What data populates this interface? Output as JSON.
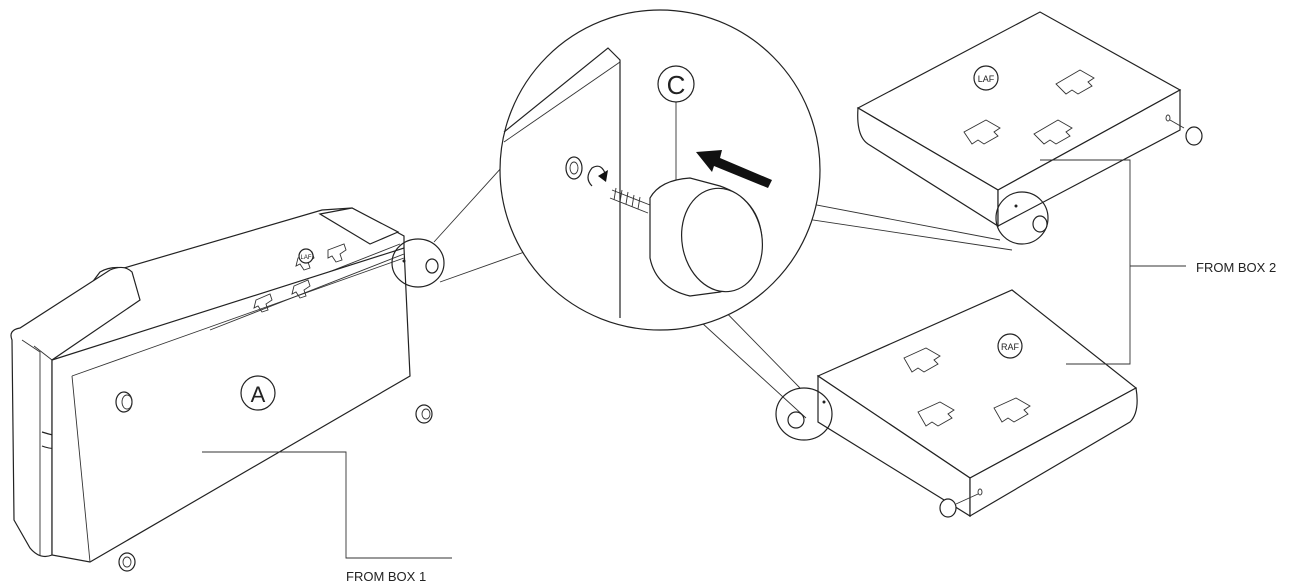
{
  "labels": {
    "part_a": "A",
    "part_c": "C",
    "laf_top_right": "LAF",
    "raf_lower_right": "RAF",
    "laf_on_sofa": "LAF"
  },
  "callouts": {
    "from_box_1": "FROM BOX 1",
    "from_box_2": "FROM BOX 2"
  }
}
